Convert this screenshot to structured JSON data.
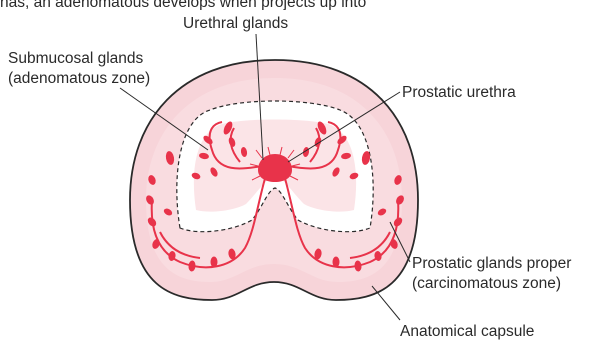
{
  "header_fragment": "has, an   adenomatous develops when projects up into",
  "labels": {
    "urethral_glands": "Urethral glands",
    "submucosal_line1": "Submucosal glands",
    "submucosal_line2": "(adenomatous zone)",
    "prostatic_urethra": "Prostatic urethra",
    "glands_proper_line1": "Prostatic glands proper",
    "glands_proper_line2": "(carcinomatous zone)",
    "anatomical_capsule": "Anatomical capsule"
  },
  "colors": {
    "outer_fill": "#f7d4d9",
    "inner_fill": "#fbe4e7",
    "core_fill": "#ffffff",
    "gland_red": "#e8334a",
    "outline": "#2a2a2a"
  }
}
